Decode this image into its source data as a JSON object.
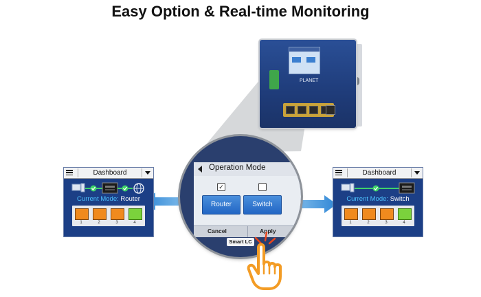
{
  "title": "Easy Option & Real-time Monitoring",
  "colors": {
    "panel_bg": "#1c3f86",
    "accent_blue": "#4dc3ff",
    "button_blue": "#2266c4",
    "port_orange": "#f08a1e",
    "port_green": "#7bd23c",
    "arrow_blue": "#3a90d8",
    "hand_orange": "#f39c25"
  },
  "device": {
    "lcd_title": "Operation Mode",
    "brand": "PLANET"
  },
  "operation_mode": {
    "header": "Operation Mode",
    "back_icon": "back-triangle-icon",
    "options": [
      {
        "label": "Router",
        "checked": true,
        "check_glyph": "✓"
      },
      {
        "label": "Switch",
        "checked": false,
        "check_glyph": ""
      }
    ],
    "cancel_label": "Cancel",
    "apply_label": "Apply",
    "smart_label": "Smart LC"
  },
  "left_panel": {
    "title": "Dashboard",
    "mode_label": "Current Mode:",
    "mode_value": "Router",
    "ports": [
      "1",
      "2",
      "3",
      "4"
    ]
  },
  "right_panel": {
    "title": "Dashboard",
    "mode_label": "Current Mode:",
    "mode_value": "Switch",
    "ports": [
      "1",
      "2",
      "3",
      "4"
    ]
  }
}
